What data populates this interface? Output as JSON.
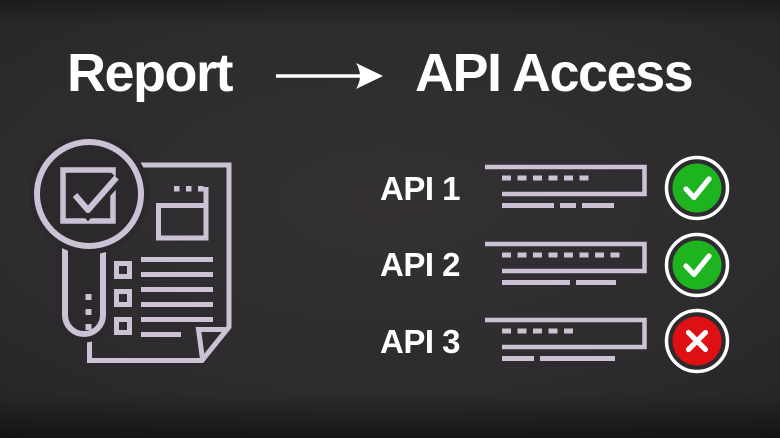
{
  "header": {
    "source_label": "Report",
    "target_label": "API Access",
    "arrow_icon": "right-arrow-icon"
  },
  "report_figure": {
    "icon": "magnifier-checklist-document-icon"
  },
  "api_list": {
    "rows": [
      {
        "label": "API 1",
        "status": "allowed",
        "status_icon": "check-icon",
        "field_dashes": 6,
        "text_segments": [
          52,
          16,
          32
        ]
      },
      {
        "label": "API 2",
        "status": "allowed",
        "status_icon": "check-icon",
        "field_dashes": 8,
        "text_segments": [
          68,
          40
        ]
      },
      {
        "label": "API 3",
        "status": "denied",
        "status_icon": "cross-icon",
        "field_dashes": 5,
        "text_segments": [
          32,
          75
        ]
      }
    ]
  },
  "colors": {
    "allowed_green": "#1db41f",
    "denied_red": "#de1014",
    "ring_white": "#ffffff",
    "icon_lavender": "#cdc1d6",
    "text_white": "#ffffff",
    "halo_dark": "#2b292b"
  }
}
